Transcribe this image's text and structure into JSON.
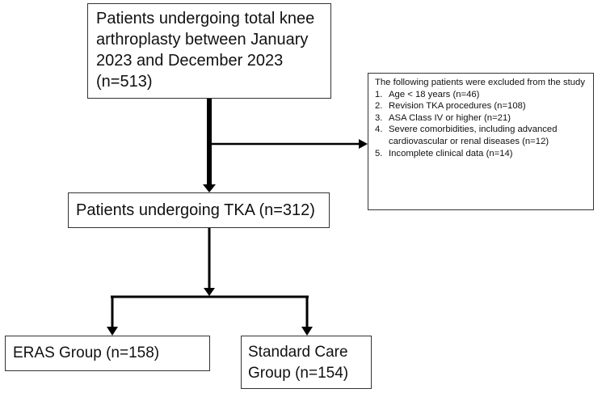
{
  "flowchart": {
    "top_box": {
      "text": "Patients undergoing total knee arthroplasty between January 2023 and December 2023 (n=513)"
    },
    "exclusion_box": {
      "heading": "The following patients were excluded from the study",
      "items": [
        {
          "num": "1.",
          "text": "Age < 18 years (n=46)"
        },
        {
          "num": "2.",
          "text": "Revision TKA procedures (n=108)"
        },
        {
          "num": "3.",
          "text": "ASA Class IV or higher (n=21)"
        },
        {
          "num": "4.",
          "text": "Severe comorbidities, including advanced cardiovascular or renal diseases (n=12)"
        },
        {
          "num": "5.",
          "text": "Incomplete clinical data (n=14)"
        }
      ]
    },
    "tka_box": {
      "text": "Patients undergoing TKA (n=312)"
    },
    "eras_box": {
      "text": "ERAS Group (n=158)"
    },
    "standard_box": {
      "text": "Standard Care Group (n=154)"
    }
  }
}
